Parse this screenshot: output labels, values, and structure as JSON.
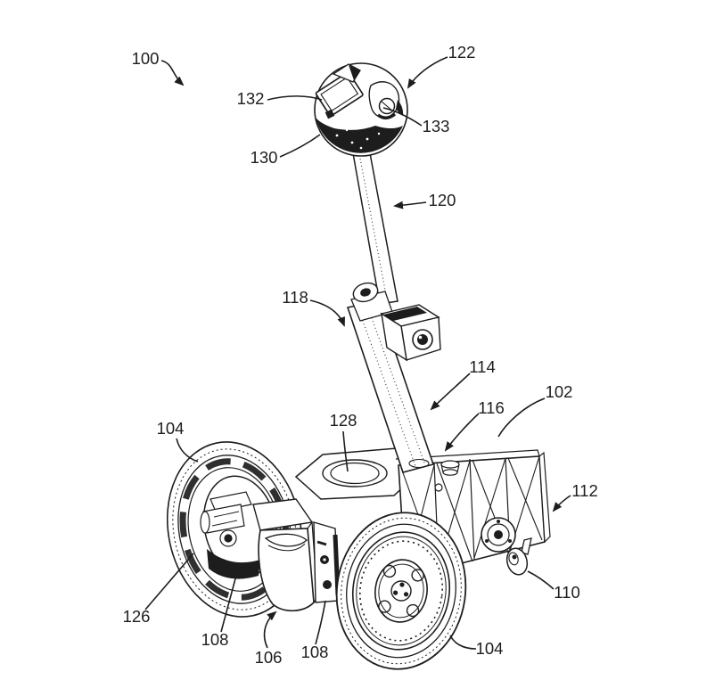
{
  "figure": {
    "kind": "patent line drawing",
    "subject": "self-balancing two-wheeled robotic vehicle with mast-mounted spherical sensor head",
    "background_color": "#ffffff",
    "line_color": "#1d1d1d"
  },
  "labels": [
    {
      "ref": "100"
    },
    {
      "ref": "122"
    },
    {
      "ref": "132"
    },
    {
      "ref": "133"
    },
    {
      "ref": "130"
    },
    {
      "ref": "120"
    },
    {
      "ref": "118"
    },
    {
      "ref": "114"
    },
    {
      "ref": "102"
    },
    {
      "ref": "116"
    },
    {
      "ref": "128"
    },
    {
      "ref": "104"
    },
    {
      "ref": "112"
    },
    {
      "ref": "110"
    },
    {
      "ref": "126"
    },
    {
      "ref": "108"
    },
    {
      "ref": "106"
    },
    {
      "ref": "108"
    },
    {
      "ref": "104"
    }
  ]
}
